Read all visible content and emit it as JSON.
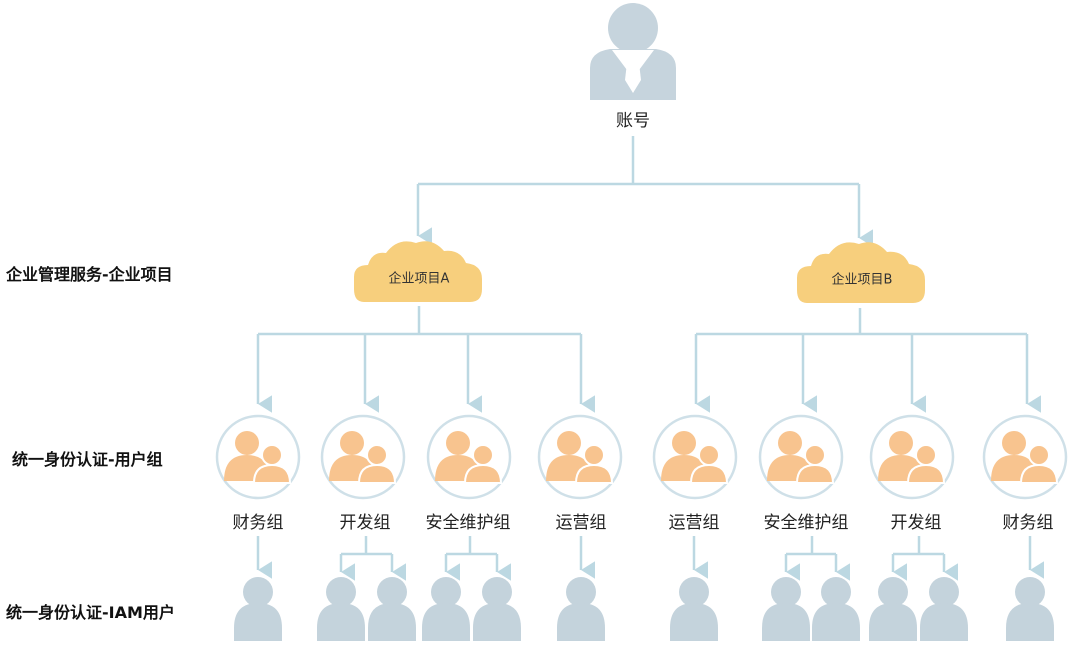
{
  "account": {
    "label": "账号"
  },
  "row_labels": {
    "project": "企业管理服务-企业项目",
    "group": "统一身份认证-用户组",
    "user": "统一身份认证-IAM用户"
  },
  "projects": [
    {
      "name": "企业项目A",
      "groups": [
        "财务组",
        "开发组",
        "安全维护组",
        "运营组"
      ],
      "users": [
        1,
        2,
        2,
        1
      ]
    },
    {
      "name": "企业项目B",
      "groups": [
        "运营组",
        "安全维护组",
        "开发组",
        "财务组"
      ],
      "users": [
        1,
        2,
        2,
        1
      ]
    }
  ],
  "colors": {
    "connector": "#bcd8e2",
    "account_icon": "#c6d4dd",
    "cloud_fill": "#f7cf7d",
    "group_ring": "#cfe0e8",
    "group_people": "#f8c48f",
    "user_icon": "#c4d3dc"
  }
}
